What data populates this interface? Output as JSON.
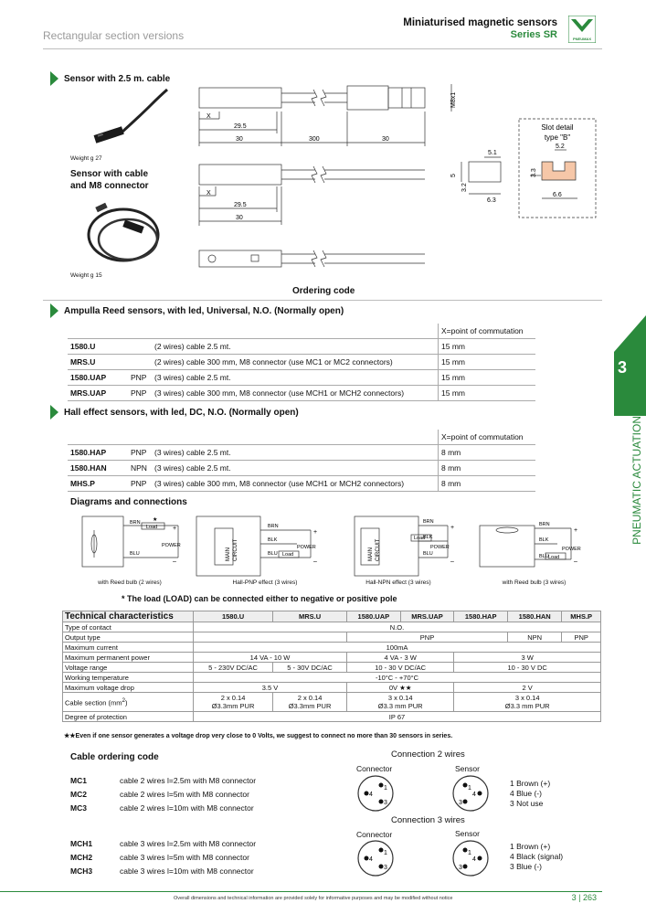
{
  "header": {
    "left": "Rectangular section versions",
    "title": "Miniaturised magnetic sensors",
    "series": "Series SR",
    "logo_text": "PNEUMAX"
  },
  "sensor_section": {
    "title": "Sensor with 2.5 m. cable",
    "weight1": "Weight g 27",
    "sub_title_line1": "Sensor with cable",
    "sub_title_line2": "and M8 connector",
    "weight2": "Weight g 15"
  },
  "drawing": {
    "dim_x": "X",
    "dim_29_5": "29.5",
    "dim_30a": "30",
    "dim_300": "300",
    "dim_30b": "30",
    "dim_m8": "M8x1",
    "dim_x2": "X",
    "dim_29_5b": "29.5",
    "dim_30c": "30",
    "dim_5_1": "5.1",
    "dim_5": "5",
    "dim_3_2": "3.2",
    "dim_6_3": "6.3",
    "slot_title_line1": "Slot detail",
    "slot_title_line2": "type \"B\"",
    "dim_5_2": "5.2",
    "dim_3_3": "3.3",
    "dim_6_6": "6.6"
  },
  "ordering": {
    "title": "Ordering code",
    "reed_title": "Ampulla Reed sensors, with led, Universal, N.O. (Normally open)",
    "x_header": "X=point of commutation",
    "reed_rows": [
      {
        "code": "1580.U",
        "pre": "",
        "desc": "(2 wires) cable 2.5 mt.",
        "x": "15 mm"
      },
      {
        "code": "MRS.U",
        "pre": "",
        "desc": "(2 wires) cable 300 mm, M8 connector (use MC1 or MC2 connectors)",
        "x": "15 mm"
      },
      {
        "code": "1580.UAP",
        "pre": "PNP",
        "desc": "(3 wires) cable 2.5 mt.",
        "x": "15 mm"
      },
      {
        "code": "MRS.UAP",
        "pre": "PNP",
        "desc": "(3 wires) cable 300 mm, M8 connector (use MCH1 or MCH2 connectors)",
        "x": "15 mm"
      }
    ],
    "hall_title": "Hall effect sensors, with led, DC, N.O. (Normally open)",
    "hall_rows": [
      {
        "code": "1580.HAP",
        "pre": "PNP",
        "desc": "(3 wires) cable 2.5 mt.",
        "x": "8 mm"
      },
      {
        "code": "1580.HAN",
        "pre": "NPN",
        "desc": "(3 wires) cable 2.5 mt.",
        "x": "8 mm"
      },
      {
        "code": "MHS.P",
        "pre": "PNP",
        "desc": "(3 wires) cable 300 mm, M8 connector (use MCH1 or MCH2 connectors)",
        "x": "8 mm"
      }
    ]
  },
  "diagrams": {
    "title": "Diagrams and connections",
    "labels": [
      "with Reed bulb (2 wires)",
      "Hall-PNP effect (3 wires)",
      "Hall-NPN effect (3 wires)",
      "with Reed bulb (3 wires)"
    ],
    "brn": "BRN",
    "blk": "BLK",
    "blu": "BLU",
    "power": "POWER",
    "load": "LOAD",
    "load2": "Load",
    "main_circuit_1": "MAIN",
    "main_circuit_2": "CIRCUIT",
    "plus": "+",
    "minus": "–",
    "star": "★",
    "load_note": "* The load (LOAD) can be connected either to negative or positive pole"
  },
  "tech": {
    "title": "Technical characteristics",
    "columns": [
      "1580.U",
      "MRS.U",
      "1580.UAP",
      "MRS.UAP",
      "1580.HAP",
      "1580.HAN",
      "MHS.P"
    ],
    "rows": {
      "contact": {
        "label": "Type of contact",
        "all": "N.O."
      },
      "output": {
        "label": "Output type",
        "uap": "PNP",
        "han": "NPN",
        "mhs": "PNP"
      },
      "current": {
        "label": "Maximum current",
        "all": "100mA"
      },
      "power": {
        "label": "Maximum permanent power",
        "u": "14 VA - 10 W",
        "uap": "4 VA - 3 W",
        "hall": "3 W"
      },
      "voltage": {
        "label": "Voltage range",
        "c1580u": "5 - 230V DC/AC",
        "mrsu": "5 - 30V DC/AC",
        "uap": "10 - 30 V DC/AC",
        "hall": "10 - 30 V DC"
      },
      "temp": {
        "label": "Working temperature",
        "all": "-10°C - +70°C"
      },
      "drop": {
        "label": "Maximum voltage drop",
        "u": "3.5 V",
        "uap": "0V ★★",
        "hall": "2 V"
      },
      "cable": {
        "label": "Cable section (mm",
        "label_sup": "2",
        "label_end": ")",
        "c1580u_1": "2 x 0.14",
        "c1580u_2": "Ø3.3mm PUR",
        "mrsu_1": "2 x 0.14",
        "mrsu_2": "Ø3.3mm PUR",
        "uap_1": "3 x 0.14",
        "uap_2": "Ø3.3 mm PUR",
        "hall_1": "3 x 0.14",
        "hall_2": "Ø3.3 mm PUR"
      },
      "protection": {
        "label": "Degree of protection",
        "all": "IP 67"
      }
    },
    "note": "★★Even if one sensor generates a voltage drop very close to 0 Volts, we suggest to connect no more than 30 sensors in series."
  },
  "cable_ordering": {
    "title": "Cable ordering code",
    "rows": [
      {
        "code": "MC1",
        "desc": "cable 2 wires l=2.5m with M8 connector"
      },
      {
        "code": "MC2",
        "desc": "cable 2 wires l=5m with M8 connector"
      },
      {
        "code": "MC3",
        "desc": "cable 2 wires l=10m with M8 connector"
      },
      {
        "code": "MCH1",
        "desc": "cable 3 wires l=2.5m with M8 connector"
      },
      {
        "code": "MCH2",
        "desc": "cable 3 wires l=5m with M8 connector"
      },
      {
        "code": "MCH3",
        "desc": "cable 3 wires l=10m with M8 connector"
      }
    ]
  },
  "connections": {
    "title2": "Connection 2 wires",
    "title3": "Connection 3 wires",
    "connector": "Connector",
    "sensor": "Sensor",
    "pins2": [
      "1 Brown (+)",
      "4 Blue (-)",
      "3 Not use"
    ],
    "pins3": [
      "1 Brown (+)",
      "4 Black (signal)",
      "3 Blue (-)"
    ],
    "pin1": "1",
    "pin3": "3",
    "pin4": "4"
  },
  "side": {
    "number": "3",
    "text": "PNEUMATIC ACTUATION"
  },
  "footer": {
    "disclaimer": "Overall dimensions and technical information are provided solely for informative purposes and may be modified without notice",
    "page": "3 | 263"
  },
  "colors": {
    "accent": "#2a8a3c"
  }
}
